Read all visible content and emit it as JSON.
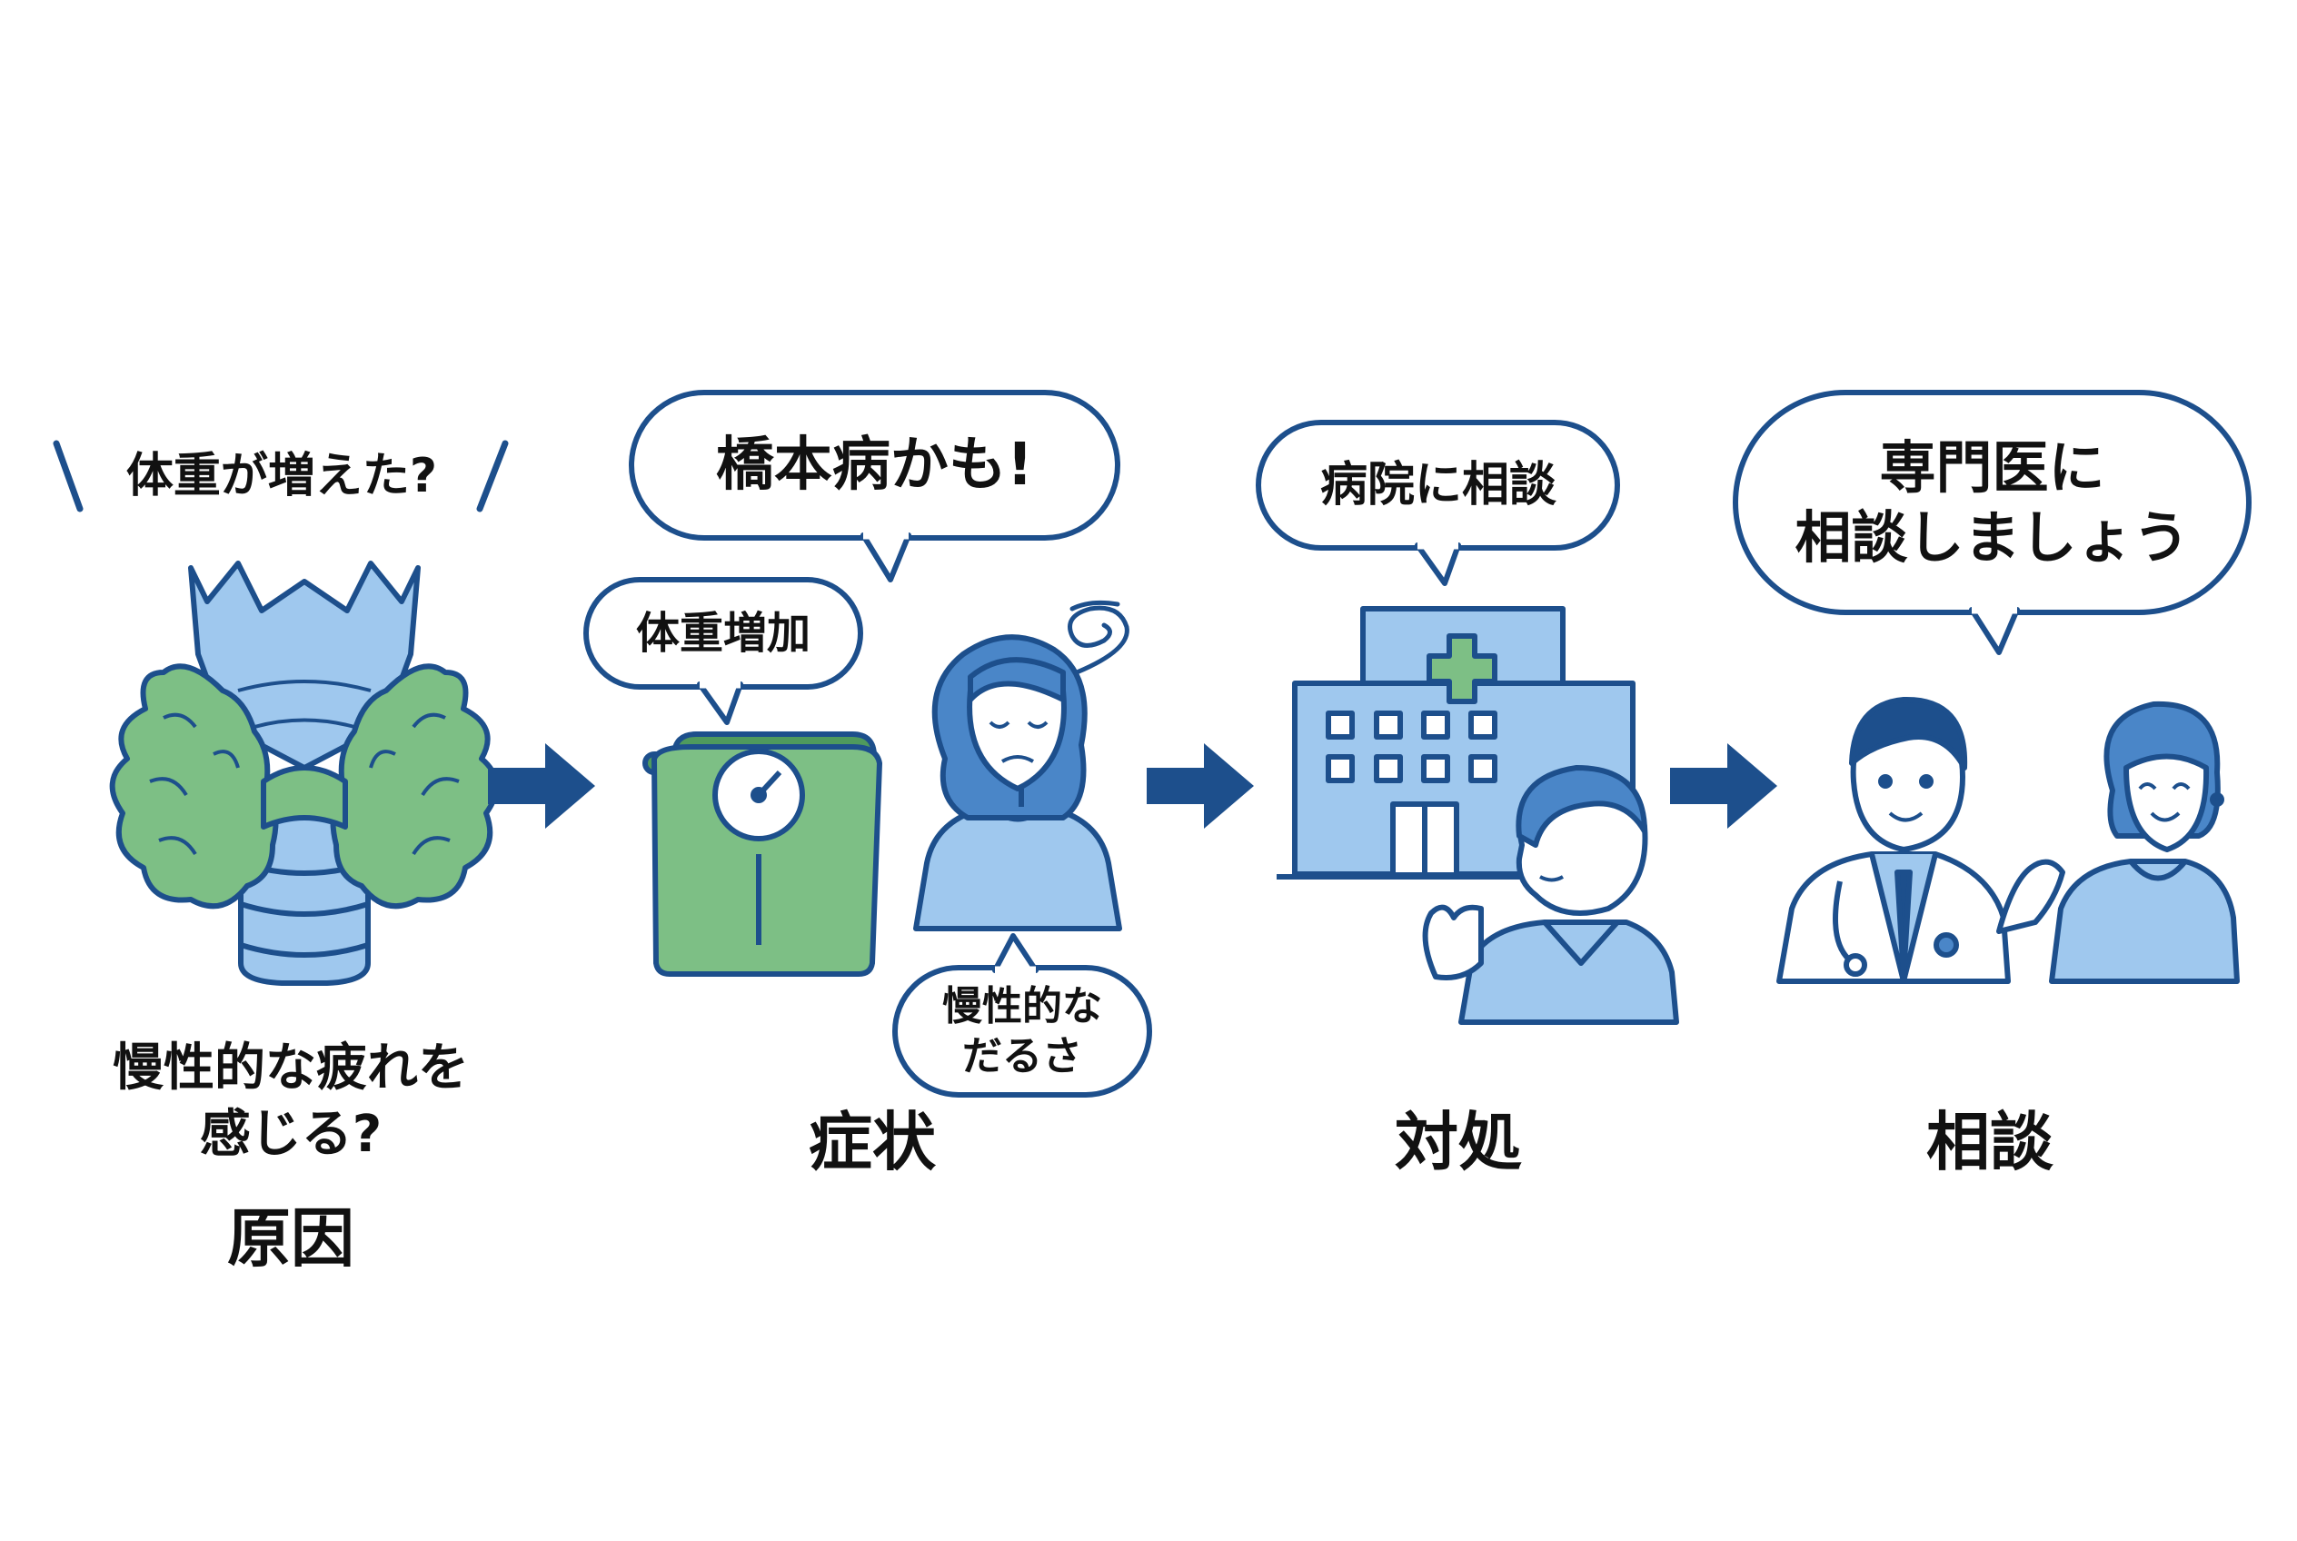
{
  "colors": {
    "navy": "#1d4f8c",
    "light_blue": "#9fc8ee",
    "mid_blue": "#4a86c8",
    "green": "#7dbf85",
    "green_dark": "#4f9a5d",
    "arrow": "#1d4f8c"
  },
  "steps": [
    {
      "id": "cause",
      "bubble": "体重が増えた?",
      "question": "慢性的な疲れを\n感じる?",
      "title": "原因",
      "icon": "thyroid-gland-icon"
    },
    {
      "id": "symptom",
      "bubble_main": "橋本病かも!",
      "bubble_weight": "体重増加",
      "bubble_fatigue": "慢性的な\nだるさ",
      "title": "症状",
      "icons": [
        "weight-scale-icon",
        "tired-woman-icon",
        "dizzy-swirl-icon"
      ]
    },
    {
      "id": "action",
      "bubble": "病院に相談",
      "title": "対処",
      "icons": [
        "hospital-building-icon",
        "man-pointing-icon"
      ]
    },
    {
      "id": "consult",
      "bubble": "専門医に\n相談しましょう",
      "title": "相談",
      "icons": [
        "doctor-icon",
        "smiling-woman-icon"
      ]
    }
  ]
}
